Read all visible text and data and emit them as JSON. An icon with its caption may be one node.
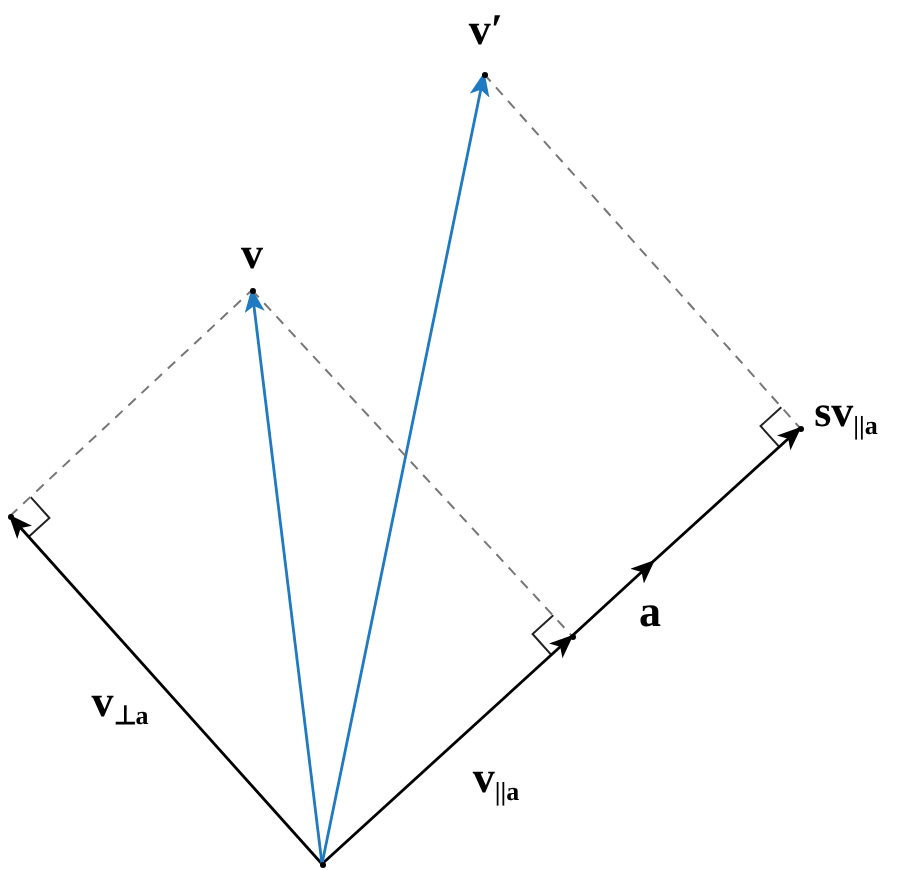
{
  "diagram": {
    "nodes": [
      {
        "text": [],
        "shape": "point"
      },
      {
        "text": [],
        "shape": "point"
      },
      {
        "text": [],
        "shape": "point",
        "beside": [
          "v"
        ]
      },
      {
        "text": [],
        "shape": "point",
        "beside": [
          "v′"
        ]
      },
      {
        "text": [],
        "shape": "point"
      },
      {
        "text": [],
        "shape": "point",
        "beside": [
          "sv$_{||a}$"
        ]
      }
    ],
    "edges": [
      {
        "from": 0,
        "to": 1,
        "arrow": "to",
        "label": "v$_{⊥a}$"
      },
      {
        "from": 0,
        "to": 4,
        "arrow": "to",
        "label": "v$_{||a}$"
      },
      {
        "from": 4,
        "to": 5,
        "arrow": "to",
        "label": "a"
      },
      {
        "from": 0,
        "to": 2,
        "arrow": "to",
        "color": "#1f7ac2"
      },
      {
        "from": 0,
        "to": 3,
        "arrow": "to",
        "color": "#1f7ac2"
      },
      {
        "from": 1,
        "to": 2,
        "arrow": "none",
        "style": "dashed",
        "color": "#777777"
      },
      {
        "from": 2,
        "to": 4,
        "arrow": "none",
        "style": "dashed",
        "color": "#777777"
      },
      {
        "from": 3,
        "to": 5,
        "arrow": "none",
        "style": "dashed",
        "color": "#777777"
      }
    ]
  }
}
